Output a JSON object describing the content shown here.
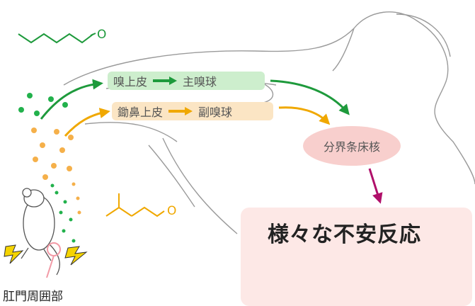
{
  "pathways": {
    "main": {
      "start": "嗅上皮",
      "end": "主嗅球",
      "color": "#1e9a3c"
    },
    "accessory": {
      "start": "鋤鼻上皮",
      "end": "副嗅球",
      "color": "#f0a800"
    }
  },
  "nucleus_label": "分界条床核",
  "behavior_label": "様々な不安反応",
  "stimulus_label": "肛門周囲部",
  "molecules": {
    "top_atom": "O",
    "bottom_atom": "O"
  },
  "colors": {
    "green": "#1e9a3c",
    "orange": "#f0a800",
    "magenta": "#b0106a",
    "pink_fill": "#f8cfcd"
  }
}
